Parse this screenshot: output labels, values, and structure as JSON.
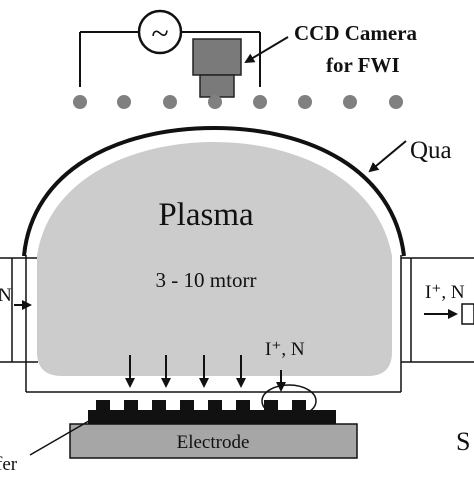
{
  "labels": {
    "ccd_line1": "CCD Camera",
    "ccd_line2": "for FWI",
    "quartz_partial": "Qua",
    "plasma": "Plasma",
    "pressure": "3 - 10 mtorr",
    "ion_center": "I⁺, N",
    "left_port": "N",
    "right_port": "I⁺, N",
    "electrode": "Electrode",
    "wafer_partial": "fer",
    "right_bottom_partial": "S",
    "source_symbol": "~"
  },
  "colors": {
    "plasma_fill": "#cccccc",
    "coil_dot": "#808080",
    "electrode_fill": "#a6a6a6",
    "camera_fill": "#7a7a7a",
    "line": "#111111"
  },
  "icons": {
    "source": "ac-source-icon",
    "camera": "ccd-camera-icon"
  }
}
